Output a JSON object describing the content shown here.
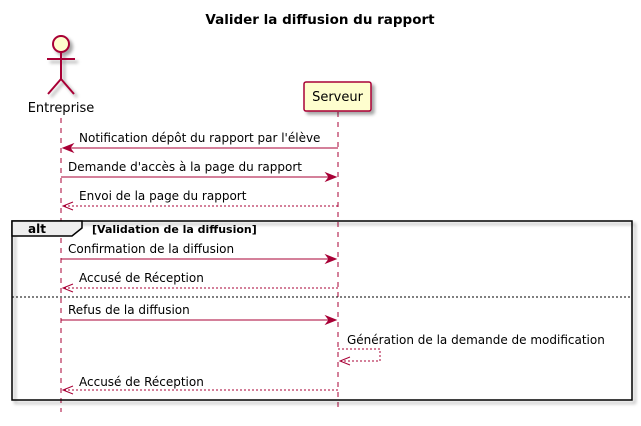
{
  "title": "Valider la diffusion du rapport",
  "participants": {
    "actor": {
      "label": "Entreprise"
    },
    "server": {
      "label": "Serveur"
    }
  },
  "messages": [
    {
      "text": "Notification dépôt du rapport par l'élève",
      "direction": "left",
      "style": "solid"
    },
    {
      "text": "Demande d'accès à la page du rapport",
      "direction": "right",
      "style": "solid"
    },
    {
      "text": "Envoi de la page du rapport",
      "direction": "left",
      "style": "dashed"
    },
    {
      "text": "Confirmation de la diffusion",
      "direction": "right",
      "style": "solid"
    },
    {
      "text": "Accusé de Réception",
      "direction": "left",
      "style": "dashed"
    },
    {
      "text": "Refus de la diffusion",
      "direction": "right",
      "style": "solid"
    },
    {
      "text": "Génération de la demande de modification",
      "direction": "self",
      "style": "dashed"
    },
    {
      "text": "Accusé de Réception",
      "direction": "left",
      "style": "dashed"
    }
  ],
  "fragment": {
    "keyword": "alt",
    "condition": "[Validation de la diffusion]"
  },
  "colors": {
    "line": "#A80036",
    "participant_fill": "#FEFECE",
    "text": "#000000",
    "fragment_border": "#000000"
  }
}
